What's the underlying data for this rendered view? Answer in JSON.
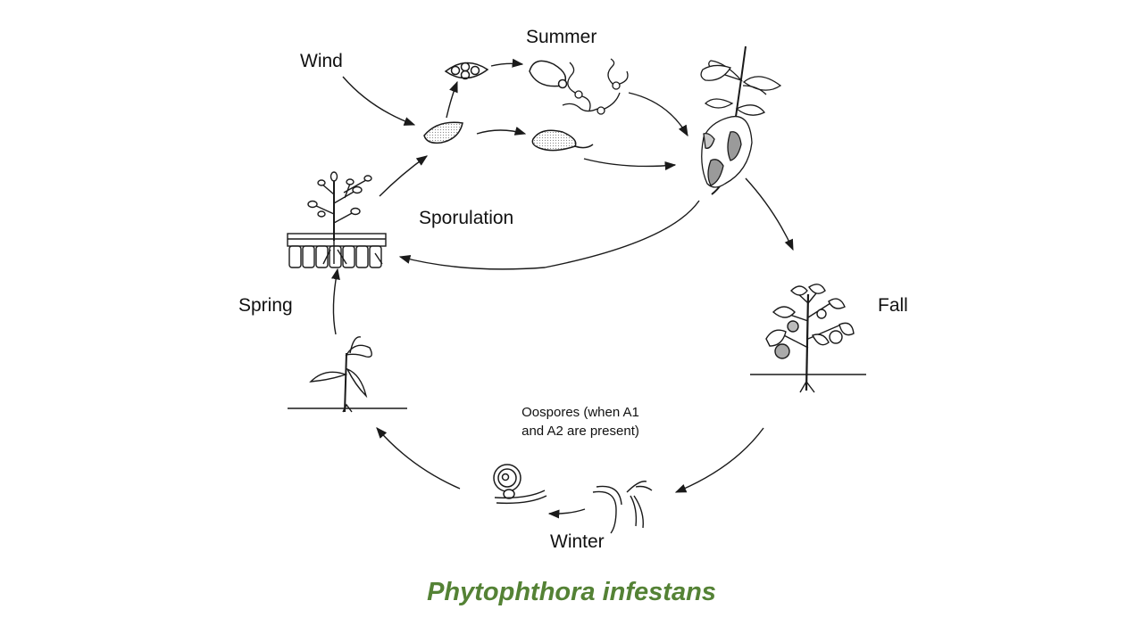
{
  "labels": {
    "wind": "Wind",
    "summer": "Summer",
    "sporulation": "Sporulation",
    "spring": "Spring",
    "fall": "Fall",
    "winter": "Winter",
    "oospores_line1": "Oospores (when A1",
    "oospores_line2": "and A2 are present)"
  },
  "title": "Phytophthora infestans",
  "colors": {
    "title": "#548235",
    "ink": "#1a1a1a",
    "stipple": "#8a8a8a",
    "lesion": "#9a9a9a"
  }
}
